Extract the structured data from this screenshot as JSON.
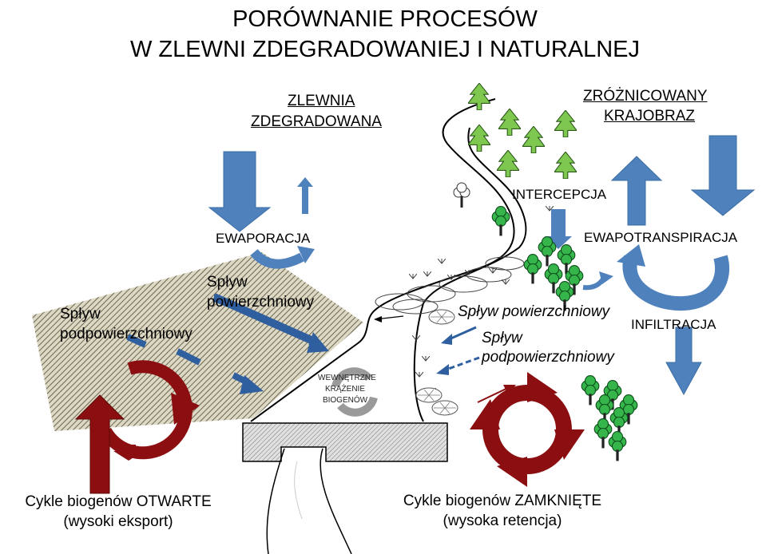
{
  "title": {
    "line1": "PORÓWNANIE PROCESÓW",
    "line2": "W ZLEWNI ZDEGRADOWANIEJ I NATURALNEJ"
  },
  "headers": {
    "degraded": [
      "ZLEWNIA",
      "ZDEGRADOWANA"
    ],
    "natural": [
      "ZRÓŻNICOWANY",
      "KRAJOBRAZ"
    ]
  },
  "labels": {
    "ewaporacja": "EWAPORACJA",
    "splyw_pow_degraded": [
      "Spływ",
      "powierzchniowy"
    ],
    "splyw_podpow_degraded": [
      "Spływ",
      "podpowierzchniowy"
    ],
    "intercepcja": "INTERCEPCJA",
    "ewapotranspiracja": "EWAPOTRANSPIRACJA",
    "infiltracja": "INFILTRACJA",
    "splyw_pow_forest": "Spływ powierzchniowy",
    "splyw_podpow_forest": [
      "Spływ",
      "podpowierzchniowy"
    ],
    "krazenie": [
      "WEWNĘTRZNE",
      "KRĄŻENIE",
      "BIOGENÓW"
    ]
  },
  "captions": {
    "open": [
      "Cykle biogenów OTWARTE",
      "(wysoki eksport)"
    ],
    "closed": [
      "Cykle biogenów ZAMKNIĘTE",
      "(wysoka retencja)"
    ]
  },
  "colors": {
    "water_arrow": "#4f81bd",
    "runoff_arrow": "#2f5f9e",
    "nutrient_cycle": "#8b0f10",
    "conifer": "#7ec850",
    "deciduous": "#35b54a"
  },
  "icons": [
    "conifer-tree",
    "deciduous-tree",
    "leaf-litter",
    "drip-mark"
  ]
}
